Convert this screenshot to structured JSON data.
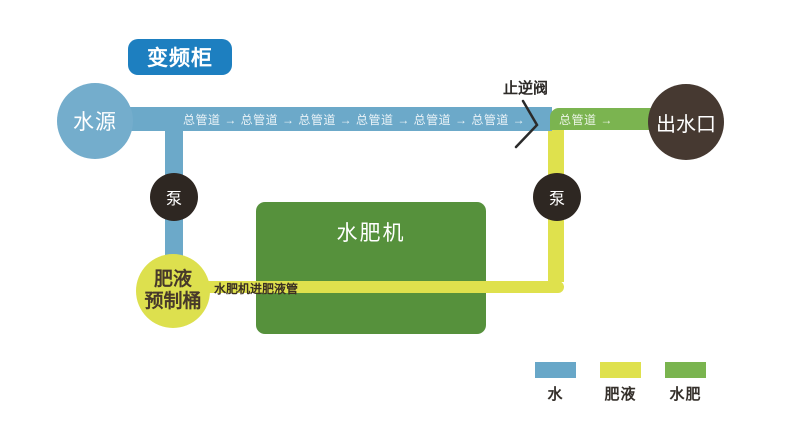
{
  "cabinet": {
    "label": "变频柜",
    "color": "#1d7fc0"
  },
  "nodes": {
    "water_source": {
      "label": "水源",
      "color": "#74adcc"
    },
    "outlet": {
      "label": "出水口",
      "color": "#463931"
    },
    "pump_left": {
      "label": "泵",
      "color": "#2e2722"
    },
    "pump_right": {
      "label": "泵",
      "color": "#2e2722"
    },
    "machine": {
      "label": "水肥机",
      "color": "#56913c"
    },
    "barrel": {
      "label_line1": "肥液",
      "label_line2": "预制桶",
      "color": "#dde04e"
    }
  },
  "pipes": {
    "water_main": {
      "label": "总管道 → 总管道 → 总管道 → 总管道 → 总管道 → 总管道 →",
      "color": "#6ca9c9"
    },
    "mix_main": {
      "label": "总管道 →",
      "color": "#7bb450"
    },
    "fert_inlet": {
      "label": "水肥机进肥液管",
      "color": "#dfe14d"
    }
  },
  "valve": {
    "label": "止逆阀"
  },
  "legend": {
    "items": [
      {
        "label": "水",
        "color": "#68a7c8"
      },
      {
        "label": "肥液",
        "color": "#dfe14d"
      },
      {
        "label": "水肥",
        "color": "#7ab44f"
      }
    ]
  }
}
